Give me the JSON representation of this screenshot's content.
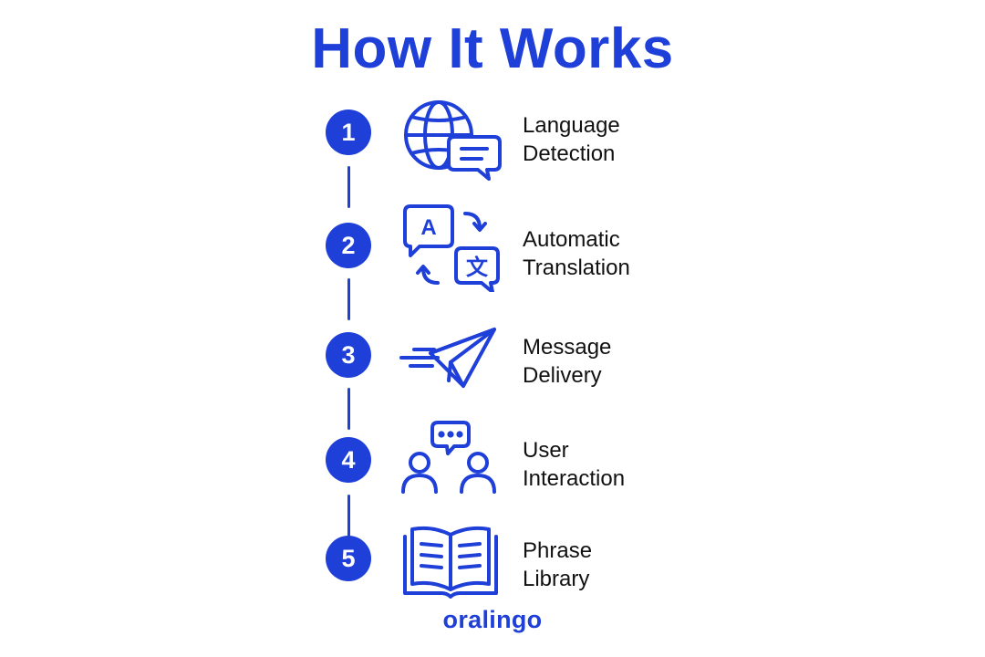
{
  "title": "How It Works",
  "brand": "oralingo",
  "colors": {
    "accent": "#1f3fd9",
    "text": "#111111",
    "background": "#ffffff"
  },
  "steps": [
    {
      "number": "1",
      "line1": "Language",
      "line2": "Detection",
      "icon": "globe-chat-icon"
    },
    {
      "number": "2",
      "line1": "Automatic",
      "line2": "Translation",
      "icon": "translate-icon"
    },
    {
      "number": "3",
      "line1": "Message",
      "line2": "Delivery",
      "icon": "paper-plane-icon"
    },
    {
      "number": "4",
      "line1": "User",
      "line2": "Interaction",
      "icon": "users-chat-icon"
    },
    {
      "number": "5",
      "line1": "Phrase",
      "line2": "Library",
      "icon": "open-book-icon"
    }
  ],
  "icon_glyphs": {
    "letter_a": "A",
    "letter_wen": "文"
  }
}
